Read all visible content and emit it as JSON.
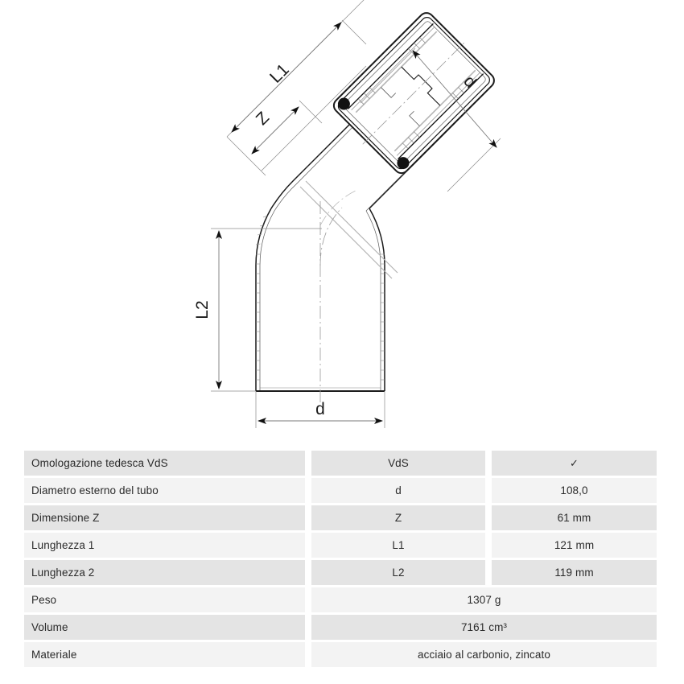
{
  "drawing": {
    "title": "45-degree press fitting elbow technical drawing",
    "dimension_labels": [
      {
        "name": "L1",
        "text": "L1",
        "position": "upper-left-diagonal"
      },
      {
        "name": "Z",
        "text": "Z",
        "position": "upper-left-diagonal-inner"
      },
      {
        "name": "d_top",
        "text": "d",
        "position": "upper-right-diagonal"
      },
      {
        "name": "L2",
        "text": "L2",
        "position": "lower-left-vertical"
      },
      {
        "name": "d_bottom",
        "text": "d",
        "position": "lower-center-horizontal"
      }
    ],
    "colors": {
      "outline": "#1a1a1a",
      "dimension_line": "#7a7a7a",
      "hidden_line": "#9a9a9a",
      "shading": "#b9b9b9"
    }
  },
  "table": {
    "columns": [
      "property",
      "symbol",
      "value"
    ],
    "rows": [
      {
        "label": "Omologazione tedesca VdS",
        "symbol": "VdS",
        "value": "✓",
        "merged": false
      },
      {
        "label": "Diametro esterno del tubo",
        "symbol": "d",
        "value": "108,0",
        "merged": false
      },
      {
        "label": "Dimensione Z",
        "symbol": "Z",
        "value": "61 mm",
        "merged": false
      },
      {
        "label": "Lunghezza 1",
        "symbol": "L1",
        "value": "121 mm",
        "merged": false
      },
      {
        "label": "Lunghezza 2",
        "symbol": "L2",
        "value": "119 mm",
        "merged": false
      },
      {
        "label": "Peso",
        "symbol": "",
        "value": "1307 g",
        "merged": true
      },
      {
        "label": "Volume",
        "symbol": "",
        "value": "7161 cm³",
        "merged": true
      },
      {
        "label": "Materiale",
        "symbol": "",
        "value": "acciaio al carbonio, zincato",
        "merged": true
      }
    ]
  }
}
